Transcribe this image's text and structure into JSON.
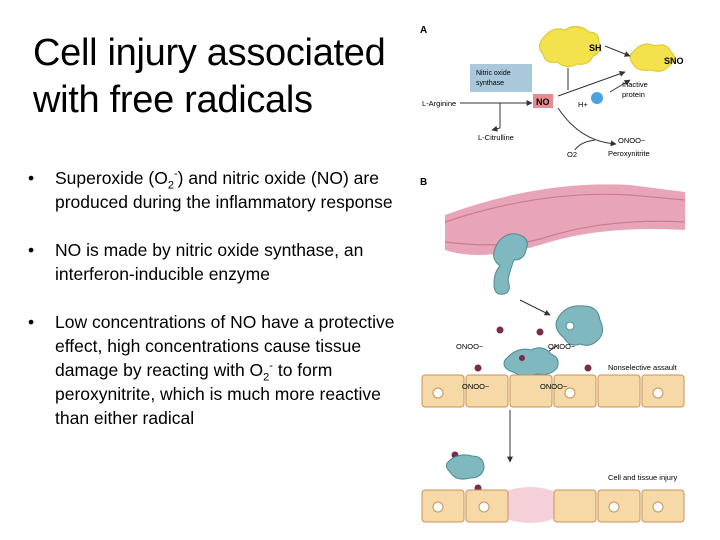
{
  "slide": {
    "title_line1": "Cell injury associated",
    "title_line2": "with free radicals"
  },
  "bullets": [
    {
      "marker": "•",
      "pre": "Superoxide (O",
      "sub": "2",
      "sup": "-",
      "post": ") and nitric oxide (NO) are produced during the inflammatory response"
    },
    {
      "marker": "•",
      "text": "NO is made by nitric oxide synthase, an interferon-inducible enzyme"
    },
    {
      "marker": "•",
      "pre": "Low concentrations of NO have a protective effect, high concentrations cause tissue damage by reacting with O",
      "sub": "2",
      "sup": "-",
      "post": " to form peroxynitrite, which is much more reactive than either radical"
    }
  ],
  "figure": {
    "panel_a_label": "A",
    "panel_b_label": "B",
    "sh": "SH",
    "sno": "SNO",
    "enzyme_line1": "Nitric oxide",
    "enzyme_line2": "synthase",
    "arginine": "L-Arginine",
    "no": "NO",
    "citrulline": "L-Citrulline",
    "h_plus": "H+",
    "inactive_line1": "Inactive",
    "inactive_line2": "protein",
    "onoo_formula": "ONOO−",
    "peroxynitrite": "Peroxynitrite",
    "o2": "O2",
    "onoo_left": "ONOO−",
    "onoo_right": "ONOO−",
    "onoo_cell1": "ONOO−",
    "onoo_cell2": "ONOO−",
    "nonselective": "Nonselective assault",
    "injury": "Cell and tissue injury",
    "colors": {
      "sulfur": "#f3e24b",
      "enzyme_box": "#a9c8dc",
      "no_box": "#e88a8f",
      "macrophage": "#7fb8bf",
      "vessel": "#e9a5b8",
      "cell_fill": "#f6d9a6",
      "cell_border": "#c9925a"
    }
  }
}
